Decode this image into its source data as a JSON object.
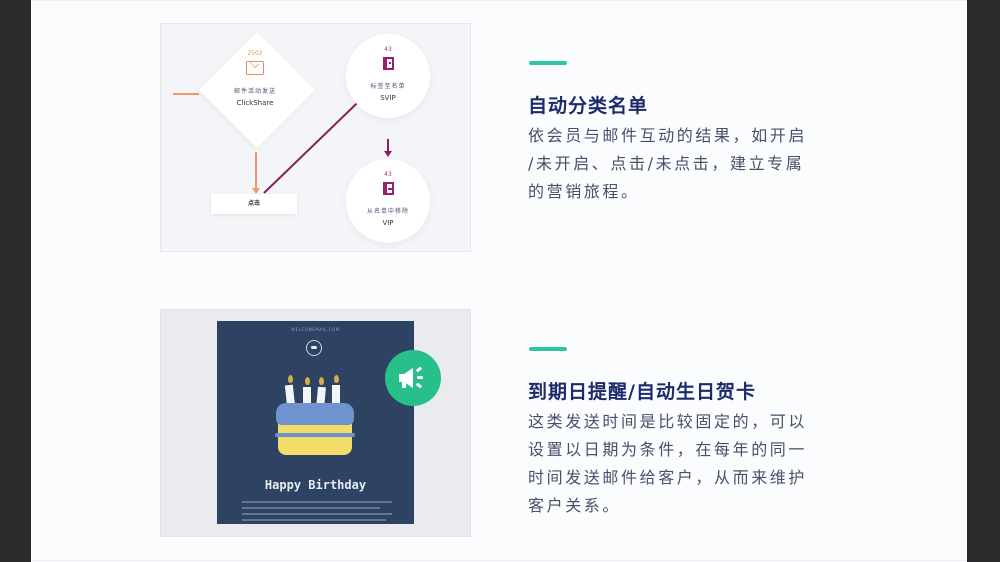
{
  "sections": [
    {
      "title": "自动分类名单",
      "description": "依会员与邮件互动的结果，如开启/未开启、点击/未点击，建立专属的营销旅程。",
      "description_lines": [
        "依会员与邮件互动的结果，如开启",
        "/未开启、点击/未点击，建立专属",
        "的营销旅程。"
      ],
      "illustration": {
        "type": "flow-diagram",
        "diamond_node": {
          "count": "2502",
          "label": "邮件活动发送",
          "sub": "ClickShare"
        },
        "click_box": {
          "label": "点击"
        },
        "circle_node_1": {
          "count": "43",
          "label": "标签至名单",
          "sub": "SVIP"
        },
        "circle_node_2": {
          "count": "43",
          "label": "从名单中移除",
          "sub": "VIP"
        }
      }
    },
    {
      "title": "到期日提醒/自动生日贺卡",
      "description_lines": [
        "这类发送时间是比较固定的，可以",
        "设置以日期为条件，在每年的同一",
        "时间发送邮件给客户，从而来维护",
        "客户关系。"
      ],
      "illustration": {
        "type": "birthday-email",
        "email_header_url": "WELCOMEMAIL.COM",
        "greeting": "Happy Birthday",
        "badge_icon": "megaphone-icon"
      }
    }
  ],
  "colors": {
    "accent": "#2ec4a5",
    "title": "#1d2a6b",
    "body_text": "#4a4f6a",
    "email_bg": "#2e4262",
    "badge": "#27c08a",
    "flow_orange": "#ec9a6a",
    "flow_purple": "#8a1f5d"
  }
}
